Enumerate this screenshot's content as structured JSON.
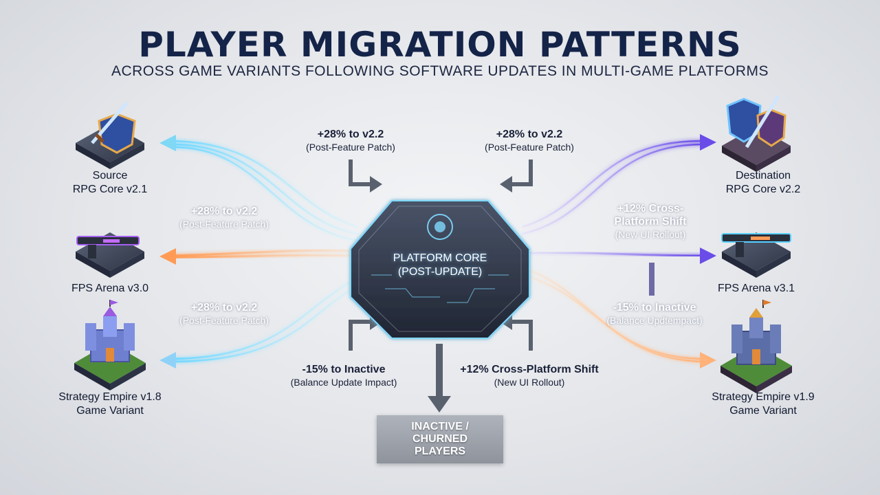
{
  "header": {
    "title": "PLAYER MIGRATION PATTERNS",
    "subtitle": "ACROSS GAME VARIANTS FOLLOWING SOFTWARE UPDATES IN MULTI-GAME PLATFORMS"
  },
  "core": {
    "line1": "PLATFORM CORE",
    "line2": "(POST-UPDATE)"
  },
  "inactive": {
    "line1": "INACTIVE /",
    "line2": "CHURNED",
    "line3": "PLAYERS"
  },
  "sources": [
    {
      "line1": "Source",
      "line2": "RPG Core v2.1",
      "icon": "rpg-shield-sword-icon"
    },
    {
      "line1": "FPS Arena v3.0",
      "line2": "",
      "icon": "rifle-icon"
    },
    {
      "line1": "Strategy Empire v1.8",
      "line2": "Game Variant",
      "icon": "castle-icon"
    }
  ],
  "destinations": [
    {
      "line1": "Destination",
      "line2": "RPG Core v2.2",
      "icon": "rpg-shields-sword-icon"
    },
    {
      "line1": "FPS Arena v3.1",
      "line2": "",
      "icon": "rifle-icon"
    },
    {
      "line1": "Strategy Empire v1.9",
      "line2": "Game Variant",
      "icon": "castle-icon"
    }
  ],
  "flow_labels": {
    "top_left": {
      "main": "+28% to v2.2",
      "sub": "(Post-Feature Patch)"
    },
    "top_right": {
      "main": "+28% to v2.2",
      "sub": "(Post-Feature Patch)"
    },
    "mid_left_1": {
      "main": "+28% to v2.2",
      "sub": "(Post-Feature Patch)"
    },
    "mid_left_2": {
      "main": "+28% to v2.2",
      "sub": "(Post-Feature Patch)"
    },
    "mid_right_1": {
      "main": "+12% Cross-",
      "main2": "Platform Shift",
      "sub": "(New UI Rollout)"
    },
    "mid_right_2": {
      "main": "-15% to Inactive",
      "sub": "(Balance Updtempact)"
    },
    "bottom_left": {
      "main": "-15% to Inactive",
      "sub": "(Balance Update Impact)"
    },
    "bottom_right": {
      "main": "+12% Cross-Platform Shift",
      "sub": "(New UI Rollout)"
    }
  },
  "colors": {
    "title": "#142348",
    "cyan_flow": "#7fe3ff",
    "orange_flow": "#ffad6b",
    "purple_flow": "#7c5cf0",
    "core_glow": "#6fd3ff"
  }
}
